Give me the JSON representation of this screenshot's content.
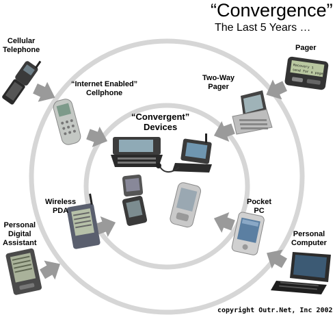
{
  "title": "“Convergence”",
  "subtitle": "The Last 5 Years …",
  "labels": {
    "cellular_telephone": [
      "Cellular",
      "Telephone"
    ],
    "pager": [
      "Pager"
    ],
    "internet_cellphone": [
      "“Internet Enabled”",
      "Cellphone"
    ],
    "two_way_pager": [
      "Two-Way",
      "Pager"
    ],
    "convergent_devices": [
      "“Convergent”",
      "Devices"
    ],
    "wireless_pda": [
      "Wireless",
      "PDA"
    ],
    "pocket_pc": [
      "Pocket",
      "PC"
    ],
    "personal_digital_assistant": [
      "Personal",
      "Digital",
      "Assistant"
    ],
    "personal_computer": [
      "Personal",
      "Computer"
    ]
  },
  "pager_screen": [
    "Recovery 1",
    "send for a page"
  ],
  "copyright": "copyright Outr.Net, Inc 2002",
  "colors": {
    "ring": "#d6d6d6",
    "arrow": "#9a9a9a",
    "device_dark": "#2f2f2f",
    "device_silver": "#b8b8b8",
    "screen": "#8fa3b0"
  }
}
